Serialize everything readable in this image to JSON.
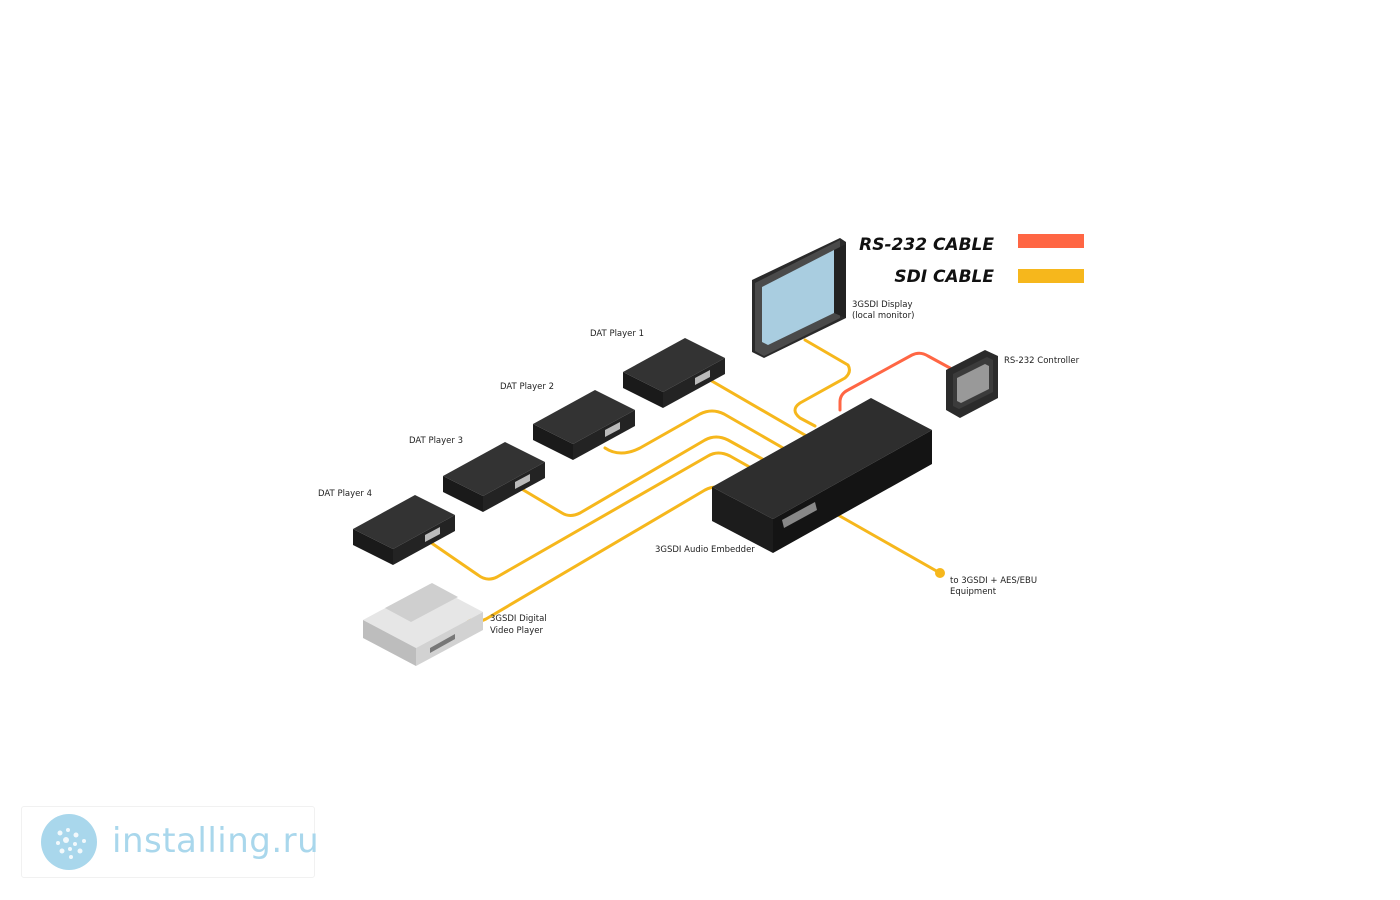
{
  "legend": {
    "rs232_label": "RS-232 CABLE",
    "sdi_label": "SDI CABLE",
    "rs232_color": "#ff6644",
    "sdi_color": "#f6b71c"
  },
  "devices": {
    "display_line1": "3GSDI  Display",
    "display_line2": "(local monitor)",
    "controller": "RS-232 Controller",
    "dat1": "DAT Player 1",
    "dat2": "DAT Player 2",
    "dat3": "DAT Player 3",
    "dat4": "DAT Player 4",
    "embedder": "3GSDI Audio Embedder",
    "output_line1": "to 3GSDI + AES/EBU",
    "output_line2": "Equipment",
    "video_player_line1": "3GSDI Digital",
    "video_player_line2": "Video Player"
  },
  "watermark": {
    "text": "installing.ru",
    "icon": "installing-ru-logo-icon"
  }
}
